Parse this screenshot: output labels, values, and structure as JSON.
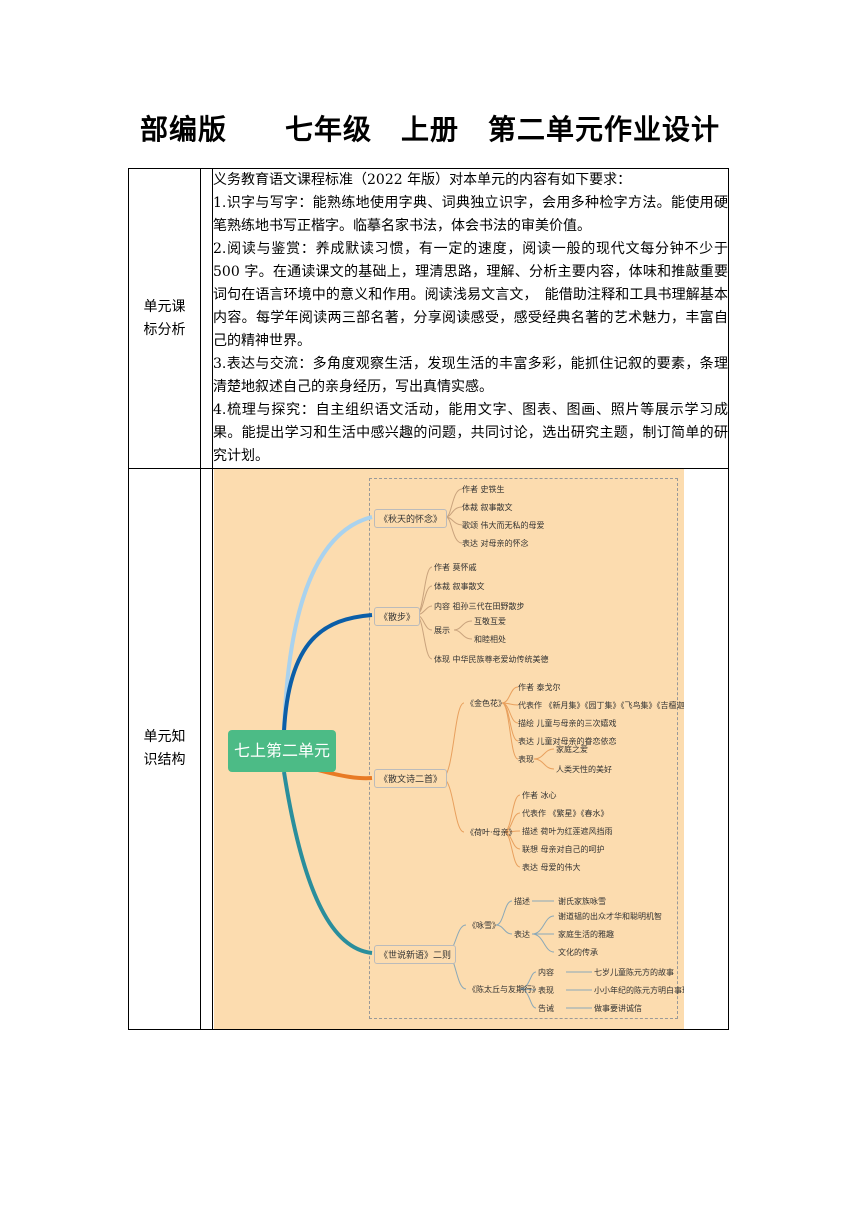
{
  "title": "部编版　　七年级　上册　第二单元作业设计",
  "row1": {
    "label": "单元课标分析",
    "paragraphs": [
      "义务教育语文课程标准（2022 年版）对本单元的内容有如下要求：",
      "1.识字与写字：能熟练地使用字典、词典独立识字，会用多种检字方法。能使用硬笔熟练地书写正楷字。临摹名家书法，体会书法的审美价值。",
      "2.阅读与鉴赏：养成默读习惯，有一定的速度，阅读一般的现代文每分钟不少于 500 字。在通读课文的基础上，理清思路，理解、分析主要内容，体味和推敲重要词句在语言环境中的意义和作用。阅读浅易文言文，　能借助注释和工具书理解基本内容。每学年阅读两三部名著，分享阅读感受，感受经典名著的艺术魅力，丰富自己的精神世界。",
      "3.表达与交流：多角度观察生活，发现生活的丰富多彩，能抓住记叙的要素，条理清楚地叙述自己的亲身经历，写出真情实感。",
      "4.梳理与探究：自主组织语文活动，能用文字、图表、图画、照片等展示学习成果。能提出学习和生活中感兴趣的问题，共同讨论，选出研究主题，制订简单的研究计划。"
    ]
  },
  "row2": {
    "label": "单元知识结构",
    "mindmap": {
      "central": "七上第二单元",
      "colors": {
        "background": "#fcdcaf",
        "central": "#4cbb86",
        "branch1": "#a9d2ee",
        "branch2": "#0b5ea8",
        "branch3": "#e87a24",
        "branch4": "#2a8e9c"
      },
      "lesson1": {
        "title": "《秋天的怀念》",
        "items": [
          "作者 史铁生",
          "体裁 叙事散文",
          "歌颂 伟大而无私的母爱",
          "表达 对母亲的怀念"
        ]
      },
      "lesson2": {
        "title": "《散步》",
        "items": [
          "作者 莫怀戚",
          "体裁 叙事散文",
          "内容 祖孙三代在田野散步",
          "展示",
          "体现 中华民族尊老爱幼传统美德"
        ],
        "sub": [
          "互敬互爱",
          "和睦相处"
        ]
      },
      "lesson3": {
        "title": "《散文诗二首》",
        "poem1": {
          "title": "《金色花》",
          "items": [
            "作者 泰戈尔",
            "代表作 《新月集》《园丁集》《飞鸟集》《吉檀迦利》",
            "描绘 儿童与母亲的三次嬉戏",
            "表达 儿童对母亲的眷恋依恋",
            "表现"
          ],
          "sub": [
            "家庭之爱",
            "人类天性的美好"
          ]
        },
        "poem2": {
          "title": "《荷叶·母亲》",
          "items": [
            "作者 冰心",
            "代表作 《繁星》《春水》",
            "描述 荷叶为红莲遮风挡雨",
            "联想 母亲对自己的呵护",
            "表达 母爱的伟大"
          ]
        }
      },
      "lesson4": {
        "title": "《世说新语》二则",
        "story1": {
          "title": "《咏雪》",
          "labels": [
            "描述",
            "表达"
          ],
          "items": [
            "谢氏家族咏雪",
            "谢道韫的出众才华和聪明机智",
            "家庭生活的雅趣",
            "文化的传承"
          ]
        },
        "story2": {
          "title": "《陈太丘与友期行》",
          "labels": [
            "内容",
            "表现",
            "告诫"
          ],
          "items": [
            "七岁儿童陈元方的故事",
            "小小年纪的陈元方明白事理",
            "做事要讲诚信"
          ]
        }
      }
    }
  }
}
